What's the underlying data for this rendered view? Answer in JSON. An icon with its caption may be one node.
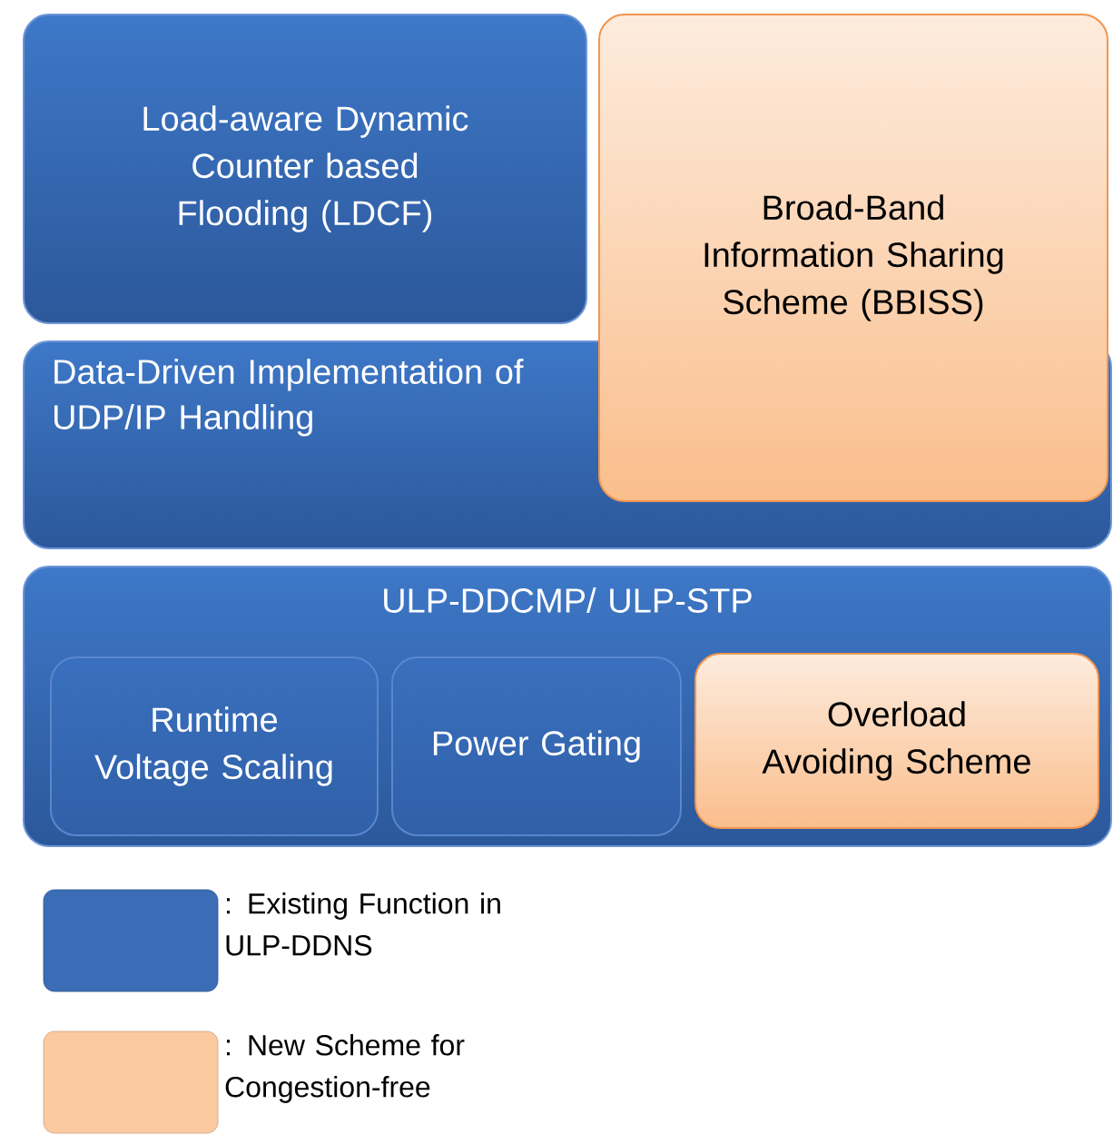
{
  "diagram": {
    "nodes": [
      {
        "text": [
          "Load-aware Dynamic Counter based Flooding (LDCF)"
        ]
      },
      {
        "text": [
          "Broad-Band Information Sharing Scheme (BBISS)"
        ]
      },
      {
        "text": [
          "Data-Driven Implementation of  UDP/IP Handling"
        ]
      },
      {
        "text": [
          "ULP-DDCMP/ ULP-STP"
        ]
      },
      {
        "text": [
          "Runtime Voltage Scaling"
        ],
        "in": 3
      },
      {
        "text": [
          "Power Gating"
        ],
        "in": 3
      },
      {
        "text": [
          "Overload Avoiding Scheme"
        ],
        "in": 3
      }
    ],
    "legend": [
      {
        "text": ": Existing Function in ULP-DDNS",
        "color": "#3a6db5"
      },
      {
        "text": ": New Scheme for Congestion-free",
        "color": "#fbcaa0"
      }
    ]
  }
}
